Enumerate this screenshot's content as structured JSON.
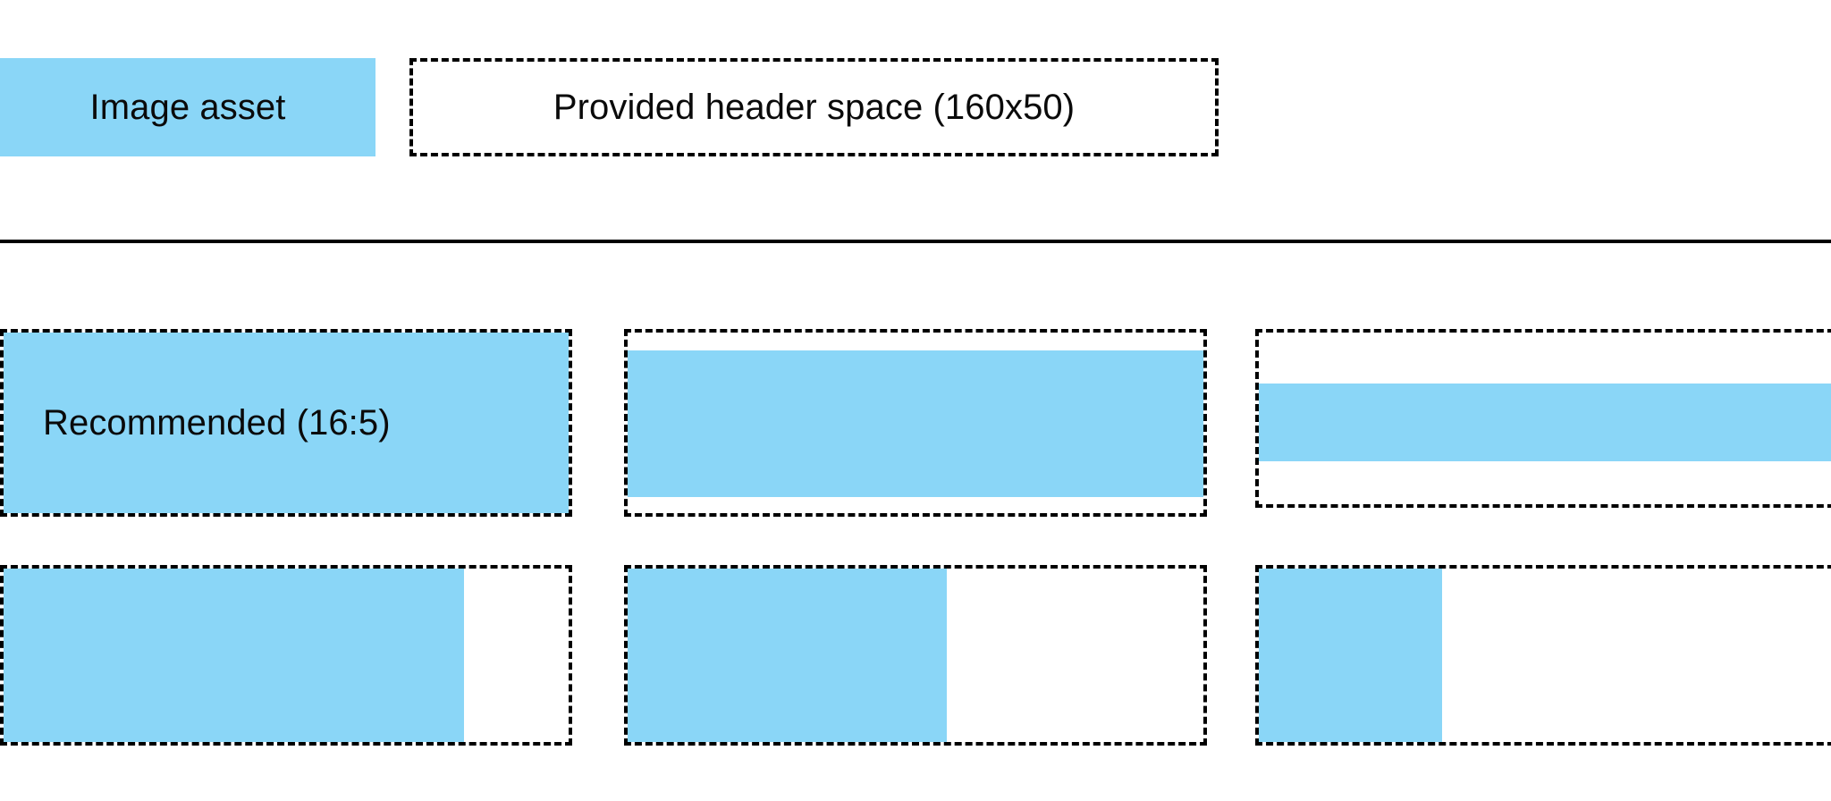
{
  "header": {
    "image_asset_label": "Image asset",
    "provided_header_space_label": "Provided header space (160x50)"
  },
  "colors": {
    "asset_blue": "#8AD6F7",
    "outline_black": "#000000",
    "background": "#FFFFFF"
  },
  "grid": {
    "recommended_caption": "Recommended (16:5)",
    "row1": [
      {
        "name": "recommended-16-5",
        "fill_mode": "full",
        "fill_width_pct": 100,
        "has_caption": true
      },
      {
        "name": "wide-inset-band",
        "fill_mode": "vertical-inset",
        "fill_width_pct": 100,
        "has_caption": false
      },
      {
        "name": "thin-center-band",
        "fill_mode": "thin-band",
        "fill_width_pct": 100,
        "has_caption": false
      }
    ],
    "row2": [
      {
        "name": "left-fill-large",
        "fill_mode": "left-partial",
        "fill_width_pct": 81.5,
        "has_caption": false
      },
      {
        "name": "left-fill-medium",
        "fill_mode": "left-partial",
        "fill_width_pct": 55.5,
        "has_caption": false
      },
      {
        "name": "left-fill-small",
        "fill_mode": "left-partial",
        "fill_width_pct": 31.5,
        "has_caption": false
      }
    ]
  }
}
